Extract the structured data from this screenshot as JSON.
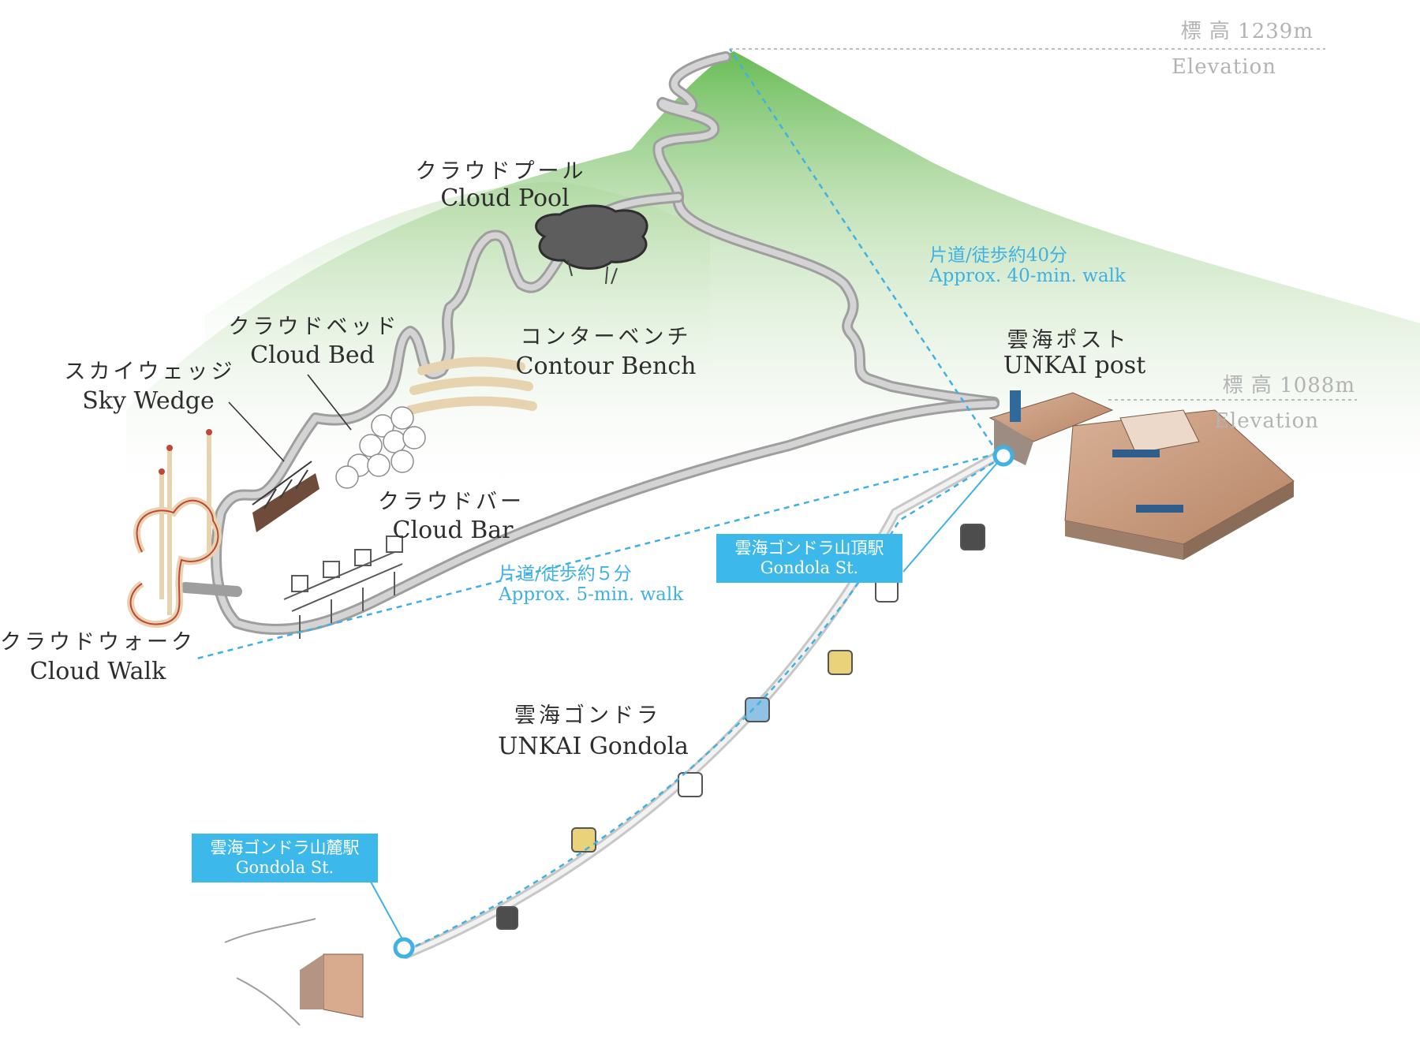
{
  "elevation_top": {
    "value": "標 高 1239m",
    "label": "Elevation"
  },
  "elevation_post": {
    "value": "標 高 1088m",
    "label": "Elevation"
  },
  "places": {
    "cloud_pool": {
      "jp": "クラウドプール",
      "en": "Cloud Pool"
    },
    "cloud_bed": {
      "jp": "クラウドベッド",
      "en": "Cloud Bed"
    },
    "contour_bench": {
      "jp": "コンターベンチ",
      "en": "Contour Bench"
    },
    "sky_wedge": {
      "jp": "スカイウェッジ",
      "en": "Sky Wedge"
    },
    "cloud_bar": {
      "jp": "クラウドバー",
      "en": "Cloud Bar"
    },
    "cloud_walk": {
      "jp": "クラウドウォーク",
      "en": "Cloud Walk"
    },
    "unkai_post": {
      "jp": "雲海ポスト",
      "en": "UNKAI post"
    },
    "unkai_gondola": {
      "jp": "雲海ゴンドラ",
      "en": "UNKAI Gondola"
    }
  },
  "walks": {
    "summit": {
      "jp": "片道/徒歩約40分",
      "en": "Approx. 40-min. walk"
    },
    "short": {
      "jp": "片道/徒歩約５分",
      "en": "Approx. 5-min. walk"
    }
  },
  "stations": {
    "top": {
      "jp": "雲海ゴンドラ山頂駅",
      "en": "Gondola St."
    },
    "bottom": {
      "jp": "雲海ゴンドラ山麓駅",
      "en": "Gondola St."
    }
  },
  "colors": {
    "accent": "#3fb1e3",
    "station_box": "#3db8ea",
    "mountain": "#6fbf5c",
    "trail": "#a0a0a0"
  }
}
